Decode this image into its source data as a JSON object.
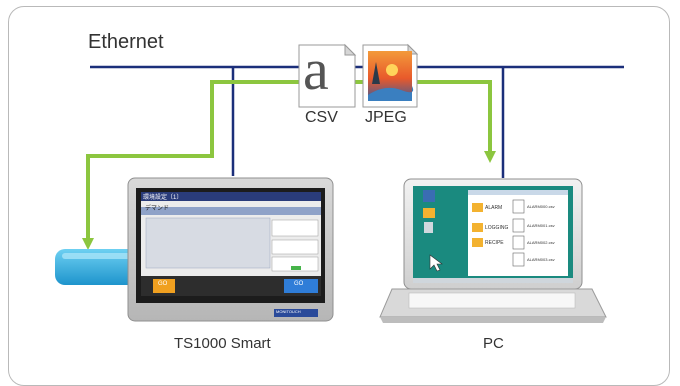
{
  "network": {
    "label": "Ethernet"
  },
  "files": [
    {
      "label": "CSV",
      "glyph": "a"
    },
    {
      "label": "JPEG",
      "glyph": ""
    }
  ],
  "devices": {
    "hmi": {
      "label": "TS1000 Smart",
      "screen_title": "環境設定〔1〕",
      "section": "デマンド",
      "btn_left": "GO",
      "btn_right": "GO",
      "brand": "MONITOUCH"
    },
    "pc": {
      "label": "PC",
      "folders": [
        "ALARM",
        "LOGGING",
        "RECIPE"
      ],
      "files": [
        "ALARM000.csv",
        "ALARM001.csv",
        "ALARM002.csv",
        "ALARM003.csv"
      ]
    }
  },
  "colors": {
    "ethernet": "#1b2f7a",
    "usb_flow": "#8cc63f",
    "screen_bg": "#1a8a7f",
    "usb_body": "#3fb6e6"
  }
}
